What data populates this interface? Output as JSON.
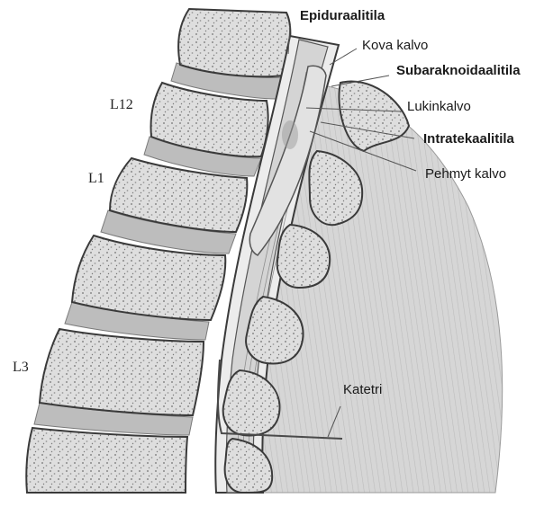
{
  "labels": {
    "epidural_space": "Epiduraalitila",
    "dura_mater": "Kova kalvo",
    "subarachnoid_space": "Subaraknoidaalitila",
    "arachnoid": "Lukinkalvo",
    "intrathecal_space": "Intratekaalitila",
    "pia_mater": "Pehmyt kalvo",
    "catheter": "Katetri"
  },
  "levels": {
    "l12": "L12",
    "l1": "L1",
    "l3": "L3"
  },
  "colors": {
    "bone_fill": "#dcdcdc",
    "bone_stroke": "#3a3a3a",
    "disc_fill": "#b9b9b9",
    "dura_fill": "#e6e6e6",
    "cord_fill": "#d0d0d0",
    "muscle_fill": "#cfcfcf",
    "leader_line": "#555555"
  }
}
